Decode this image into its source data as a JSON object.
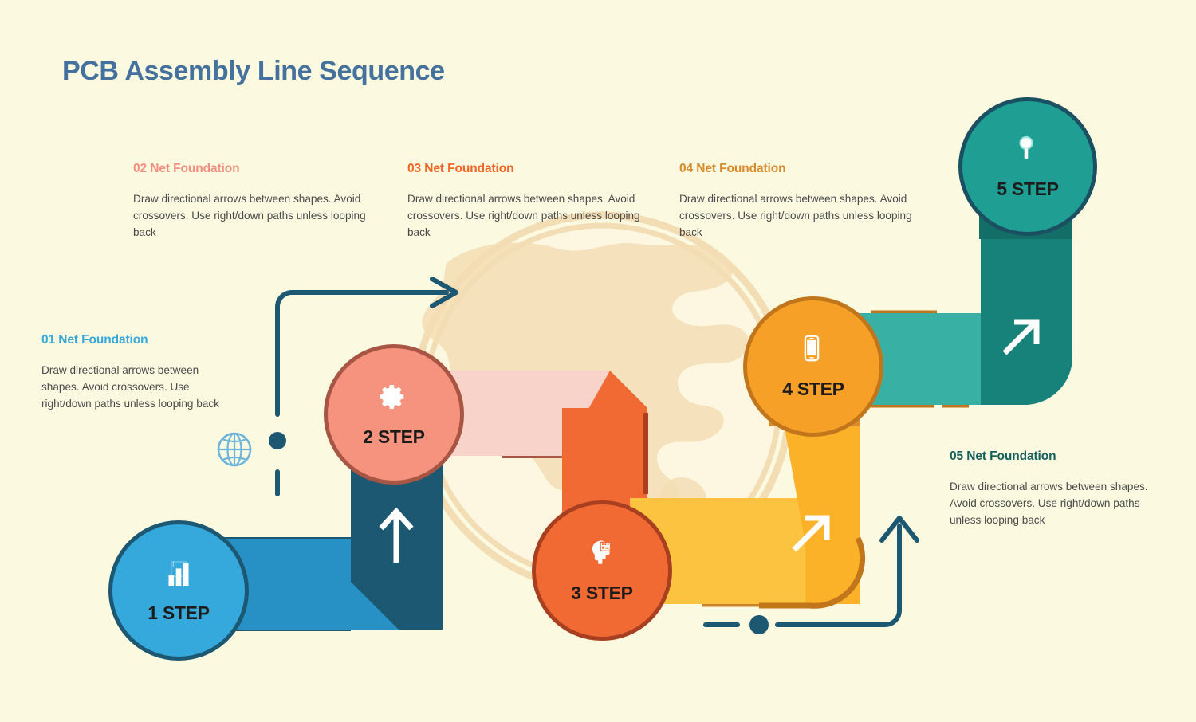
{
  "page": {
    "title": "PCB Assembly Line Sequence",
    "background_color": "#fbfae1",
    "title_color": "#44719d"
  },
  "blocks": [
    {
      "id": "01",
      "heading": "01 Net Foundation",
      "body": "Draw directional arrows between shapes. Avoid crossovers. Use right/down paths unless looping back",
      "color": "#3aa7d9"
    },
    {
      "id": "02",
      "heading": "02 Net Foundation",
      "body": "Draw directional arrows between shapes. Avoid crossovers. Use right/down paths unless looping back",
      "color": "#f2907f"
    },
    {
      "id": "03",
      "heading": "03 Net Foundation",
      "body": "Draw directional arrows between shapes. Avoid crossovers. Use right/down paths unless looping back",
      "color": "#f26524"
    },
    {
      "id": "04",
      "heading": "04 Net Foundation",
      "body": "Draw directional arrows between shapes. Avoid crossovers. Use right/down paths unless looping back",
      "color": "#d98a2b"
    },
    {
      "id": "05",
      "heading": "05 Net Foundation",
      "body": "Draw directional arrows between shapes. Avoid crossovers. Use right/down paths unless looping back",
      "color": "#15605c"
    }
  ],
  "steps": [
    {
      "label": "1 STEP",
      "icon": "bar-chart-icon",
      "fill": "#35a8dc",
      "stroke": "#1d5873",
      "ribbon_light": "#2790c4",
      "ribbon_dark": "#1d5873"
    },
    {
      "label": "2 STEP",
      "icon": "gear-icon",
      "fill": "#f5937f",
      "stroke": "#a85544",
      "ribbon_light": "#f7d3c9",
      "ribbon_dark": "#1d5873"
    },
    {
      "label": "3 STEP",
      "icon": "head-circuit-icon",
      "fill": "#f26a33",
      "stroke": "#a83f20",
      "ribbon_light": "#fbc33f",
      "ribbon_dark": "#f26a33"
    },
    {
      "label": "4 STEP",
      "icon": "smartphone-icon",
      "fill": "#f7a028",
      "stroke": "#c2761c",
      "ribbon_light": "#fbb229",
      "ribbon_dark": "#e08b1e"
    },
    {
      "label": "5 STEP",
      "icon": "magnifier-icon",
      "fill": "#1f9e93",
      "stroke": "#1b4f62",
      "ribbon_light": "#38b0a4",
      "ribbon_dark": "#168279"
    }
  ],
  "decorations": {
    "globe_icon": "globe-icon",
    "globe_icon_color": "#6db4dd",
    "connector_color": "#1d5873",
    "background_globe_color": "#f3ddb4",
    "start_connector": "start-connector-arrow",
    "end_connector": "end-connector-arrow"
  }
}
